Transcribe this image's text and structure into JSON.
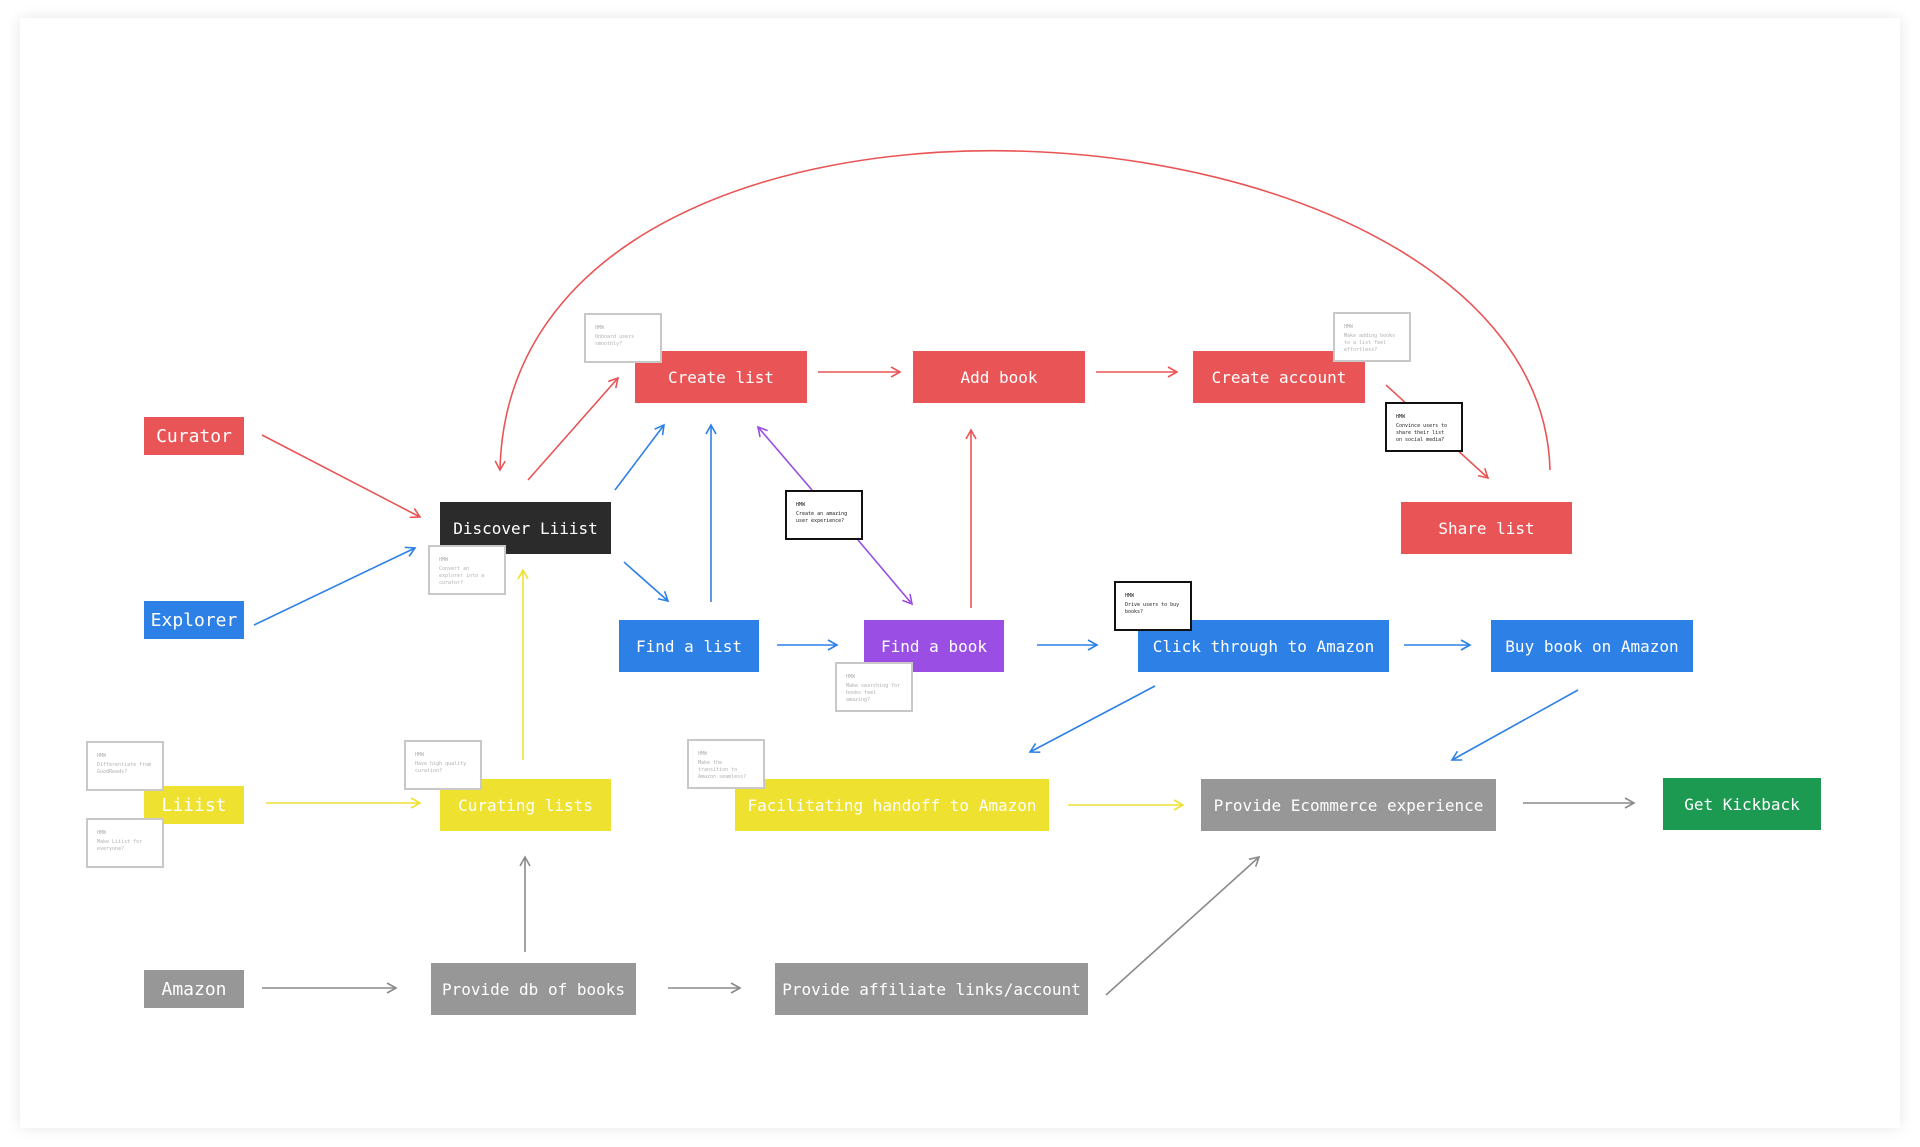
{
  "colors": {
    "red": "#e95556",
    "blue": "#2d80e5",
    "yellow": "#efe130",
    "gray": "#979797",
    "dark": "#2b2b2b",
    "purple": "#9b4ee3",
    "green": "#1c9a52"
  },
  "actors": {
    "curator": "Curator",
    "explorer": "Explorer",
    "liiist": "Liiist",
    "amazon": "Amazon"
  },
  "steps": {
    "discover": "Discover Liiist",
    "create_list": "Create list",
    "add_book": "Add book",
    "create_account": "Create account",
    "share_list": "Share list",
    "find_list": "Find a list",
    "find_book": "Find a book",
    "click_through": "Click through to Amazon",
    "buy_book": "Buy book on Amazon",
    "curating": "Curating lists",
    "facilitating": "Facilitating handoff to Amazon",
    "ecommerce": "Provide Ecommerce experience",
    "kickback": "Get Kickback",
    "provide_db": "Provide db of books",
    "affiliate": "Provide affiliate links/account"
  },
  "hmw_notes": {
    "onboard": {
      "tag": "HMW",
      "question": "Onboard users smoothly?"
    },
    "explorer_curator": {
      "tag": "HMW",
      "question": "Convert an explorer into a curator?"
    },
    "adding_books": {
      "tag": "HMW",
      "question": "Make adding books to a list feel effortless?"
    },
    "share_social": {
      "tag": "HMW",
      "question": "Convince users to share their list on social media?"
    },
    "amazing_ux": {
      "tag": "HMW",
      "question": "Create an amazing user experience?"
    },
    "searching_books": {
      "tag": "HMW",
      "question": "Make searching for books feel amazing?"
    },
    "drive_buy": {
      "tag": "HMW",
      "question": "Drive users to buy books?"
    },
    "differentiate": {
      "tag": "HMW",
      "question": "Differentiate from GoodReads?"
    },
    "liiist_everyone": {
      "tag": "HMW",
      "question": "Make Liiist for everyone?"
    },
    "high_quality": {
      "tag": "HMW",
      "question": "Have high quality curation?"
    },
    "transition_amazon": {
      "tag": "HMW",
      "question": "Make the transition to Amazon seamless?"
    }
  }
}
